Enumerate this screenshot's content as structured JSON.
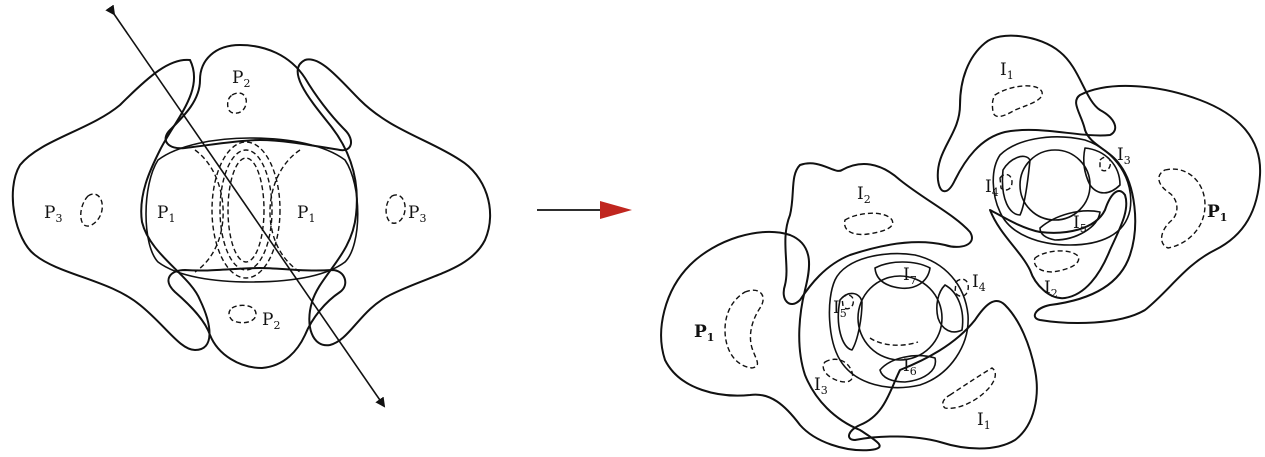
{
  "left_figure": {
    "labels": {
      "p2_top": {
        "main": "P",
        "sub": "2"
      },
      "p2_bottom": {
        "main": "P",
        "sub": "2"
      },
      "p1_left": {
        "main": "P",
        "sub": "1"
      },
      "p1_right": {
        "main": "P",
        "sub": "1"
      },
      "p3_left": {
        "main": "P",
        "sub": "3"
      },
      "p3_right": {
        "main": "P",
        "sub": "3"
      }
    }
  },
  "transition_arrow": {
    "color": "#c0261f"
  },
  "right_figure": {
    "upper_labels": {
      "i1": {
        "main": "I",
        "sub": "1"
      },
      "i3": {
        "main": "I",
        "sub": "3"
      },
      "i4": {
        "main": "I",
        "sub": "4"
      },
      "i5": {
        "main": "I",
        "sub": "5"
      },
      "i2": {
        "main": "I",
        "sub": "2"
      },
      "p1": {
        "main": "P",
        "sub": "1"
      }
    },
    "lower_labels": {
      "i2": {
        "main": "I",
        "sub": "2"
      },
      "i7": {
        "main": "I",
        "sub": "7"
      },
      "i4": {
        "main": "I",
        "sub": "4"
      },
      "i5": {
        "main": "I",
        "sub": "5"
      },
      "i6": {
        "main": "I",
        "sub": "6"
      },
      "i3": {
        "main": "I",
        "sub": "3"
      },
      "i1": {
        "main": "I",
        "sub": "1"
      },
      "p1": {
        "main": "P",
        "sub": "1"
      }
    }
  }
}
